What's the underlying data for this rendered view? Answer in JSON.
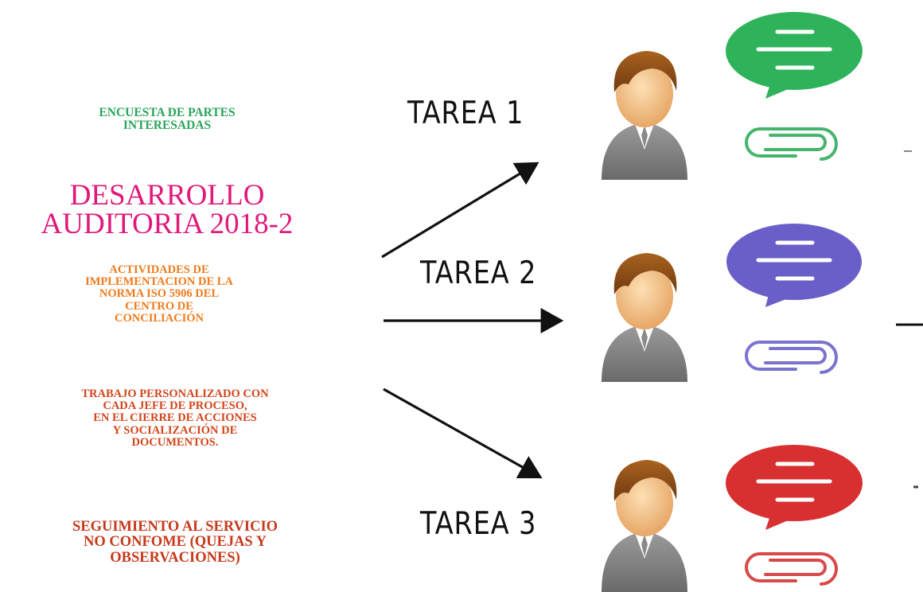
{
  "left_panel": {
    "encuesta": "ENCUESTA DE  PARTES\nINTERESADAS",
    "desarrollo": "DESARROLLO\nAUDITORIA 2018-2",
    "actividades": "ACTIVIDADES DE\nIMPLEMENTACION DE LA\nNORMA ISO 5906 DEL\nCENTRO DE\nCONCILIACIÓN",
    "trabajo": "TRABAJO  PERSONALIZADO CON\nCADA JEFE DE  PROCESO,\nEN EL  CIERRE  DE ACCIONES\nY SOCIALIZACIÓN DE\nDOCUMENTOS.",
    "seguimiento": "SEGUIMIENTO AL SERVICIO\nNO CONFOME (QUEJAS Y\nOBSERVACIONES)"
  },
  "tasks": [
    {
      "label": "TAREA 1",
      "bubble_icon": "speech-bubble-icon",
      "clip_icon": "paperclip-icon"
    },
    {
      "label": "TAREA 2",
      "bubble_icon": "speech-bubble-icon",
      "clip_icon": "paperclip-icon"
    },
    {
      "label": "TAREA 3",
      "bubble_icon": "speech-bubble-icon",
      "clip_icon": "paperclip-icon"
    }
  ],
  "colors": {
    "encuesta": "#2aa55a",
    "desarrollo": "#e0197a",
    "actividades": "#f07a1a",
    "trabajo": "#d2451b",
    "seguimiento": "#c8381a",
    "arrow": "#111111",
    "task1_accent": "#2fb35a",
    "task2_accent": "#6a5fc8",
    "task3_accent": "#d83030"
  }
}
